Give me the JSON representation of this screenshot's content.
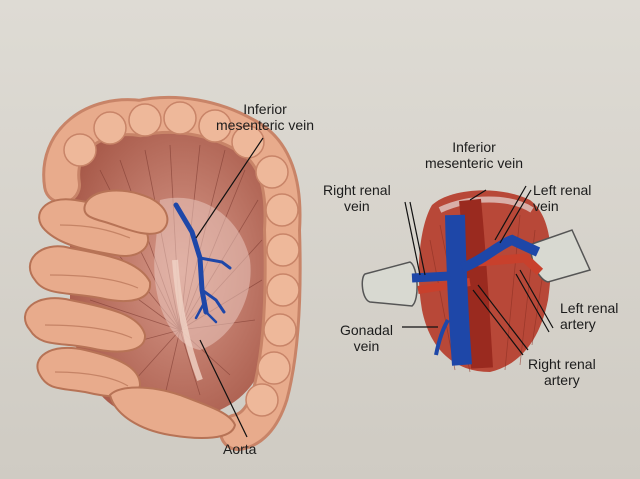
{
  "figure": {
    "left_panel": {
      "labels": {
        "inferior_mesenteric_vein": [
          "Inferior",
          "mesenteric vein"
        ],
        "aorta": "Aorta"
      }
    },
    "right_panel": {
      "labels": {
        "inferior_mesenteric_vein": [
          "Inferior",
          "mesenteric vein"
        ],
        "right_renal_vein": [
          "Right renal",
          "vein"
        ],
        "left_renal_vein": [
          "Left renal",
          "vein"
        ],
        "gonadal_vein": [
          "Gonadal",
          "vein"
        ],
        "left_renal_artery": [
          "Left renal",
          "artery"
        ],
        "right_renal_artery": [
          "Right renal",
          "artery"
        ]
      }
    }
  },
  "colors": {
    "background": "#d9d6cf",
    "bowel": "#e8ab8c",
    "bowel_shadow": "#c88468",
    "mesentery": "#b86a5a",
    "vein_blue": "#1e47a8",
    "artery_red": "#b53525",
    "kidney_tissue": "#d8d9d1"
  }
}
